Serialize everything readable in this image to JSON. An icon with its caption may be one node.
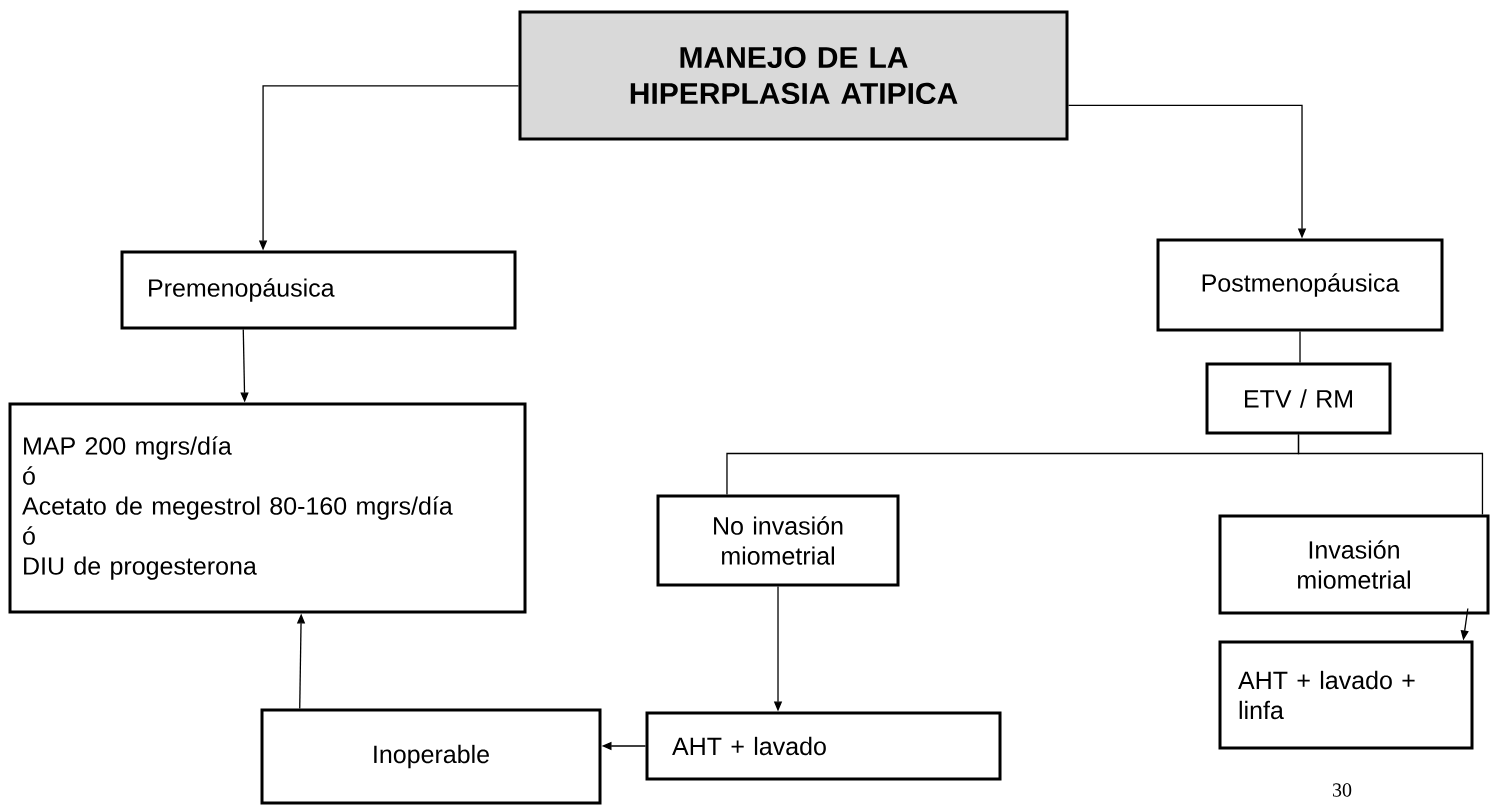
{
  "diagram": {
    "nodes": [
      {
        "text": [
          "MANEJO DE LA HIPERPLASIA ATIPICA"
        ]
      },
      {
        "text": [
          "Premenopáusica"
        ]
      },
      {
        "text": [
          "Postmenopáusica"
        ]
      },
      {
        "text": [
          "ETV / RM"
        ]
      },
      {
        "text": [
          "MAP 200 mgrs/día",
          "ó",
          "Acetato de megestrol 80-160 mgrs/día",
          "ó",
          "DIU de progesterona"
        ]
      },
      {
        "text": [
          "No invasión miometrial"
        ]
      },
      {
        "text": [
          "Invasión miometrial"
        ]
      },
      {
        "text": [
          "AHT + lavado"
        ]
      },
      {
        "text": [
          "AHT + lavado + linfa"
        ]
      },
      {
        "text": [
          "Inoperable"
        ]
      }
    ],
    "edges": [
      {
        "from": 0,
        "to": 1,
        "arrow": "to"
      },
      {
        "from": 0,
        "to": 2,
        "arrow": "to"
      },
      {
        "from": 1,
        "to": 4,
        "arrow": "to"
      },
      {
        "from": 2,
        "to": 3,
        "arrow": "none"
      },
      {
        "from": 3,
        "to": 5,
        "arrow": "none"
      },
      {
        "from": 3,
        "to": 6,
        "arrow": "none"
      },
      {
        "from": 5,
        "to": 7,
        "arrow": "to"
      },
      {
        "from": 6,
        "to": 8,
        "arrow": "to"
      },
      {
        "from": 7,
        "to": 9,
        "arrow": "to"
      },
      {
        "from": 9,
        "to": 4,
        "arrow": "to"
      }
    ],
    "labels": [
      "30"
    ]
  }
}
